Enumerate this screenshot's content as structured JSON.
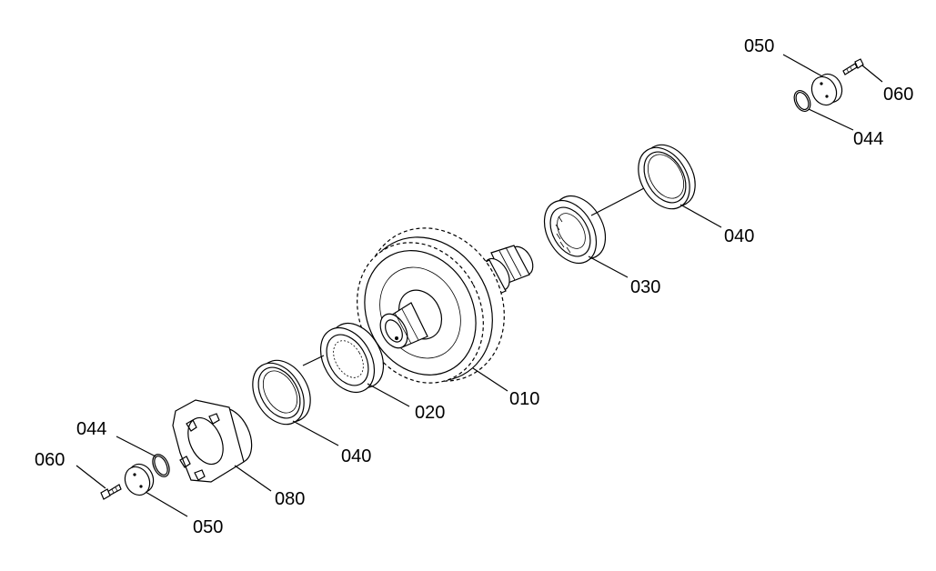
{
  "line_color": "#000000",
  "background": "#ffffff",
  "parts": [
    {
      "id": "p050_top",
      "label": "050",
      "shape": "end-cap-disc"
    },
    {
      "id": "p060_top",
      "label": "060",
      "shape": "hex-bolt"
    },
    {
      "id": "p044_top",
      "label": "044",
      "shape": "o-ring"
    },
    {
      "id": "p040_right",
      "label": "040",
      "shape": "bearing-cup"
    },
    {
      "id": "p030",
      "label": "030",
      "shape": "roller-bearing"
    },
    {
      "id": "p010",
      "label": "010",
      "shape": "helical-gear-shaft"
    },
    {
      "id": "p020",
      "label": "020",
      "shape": "roller-bearing"
    },
    {
      "id": "p040_left",
      "label": "040",
      "shape": "bearing-cup"
    },
    {
      "id": "p044_left",
      "label": "044",
      "shape": "o-ring"
    },
    {
      "id": "p060_left",
      "label": "060",
      "shape": "hex-bolt"
    },
    {
      "id": "p080",
      "label": "080",
      "shape": "bearing-housing"
    },
    {
      "id": "p050_left",
      "label": "050",
      "shape": "end-cap-disc"
    }
  ]
}
